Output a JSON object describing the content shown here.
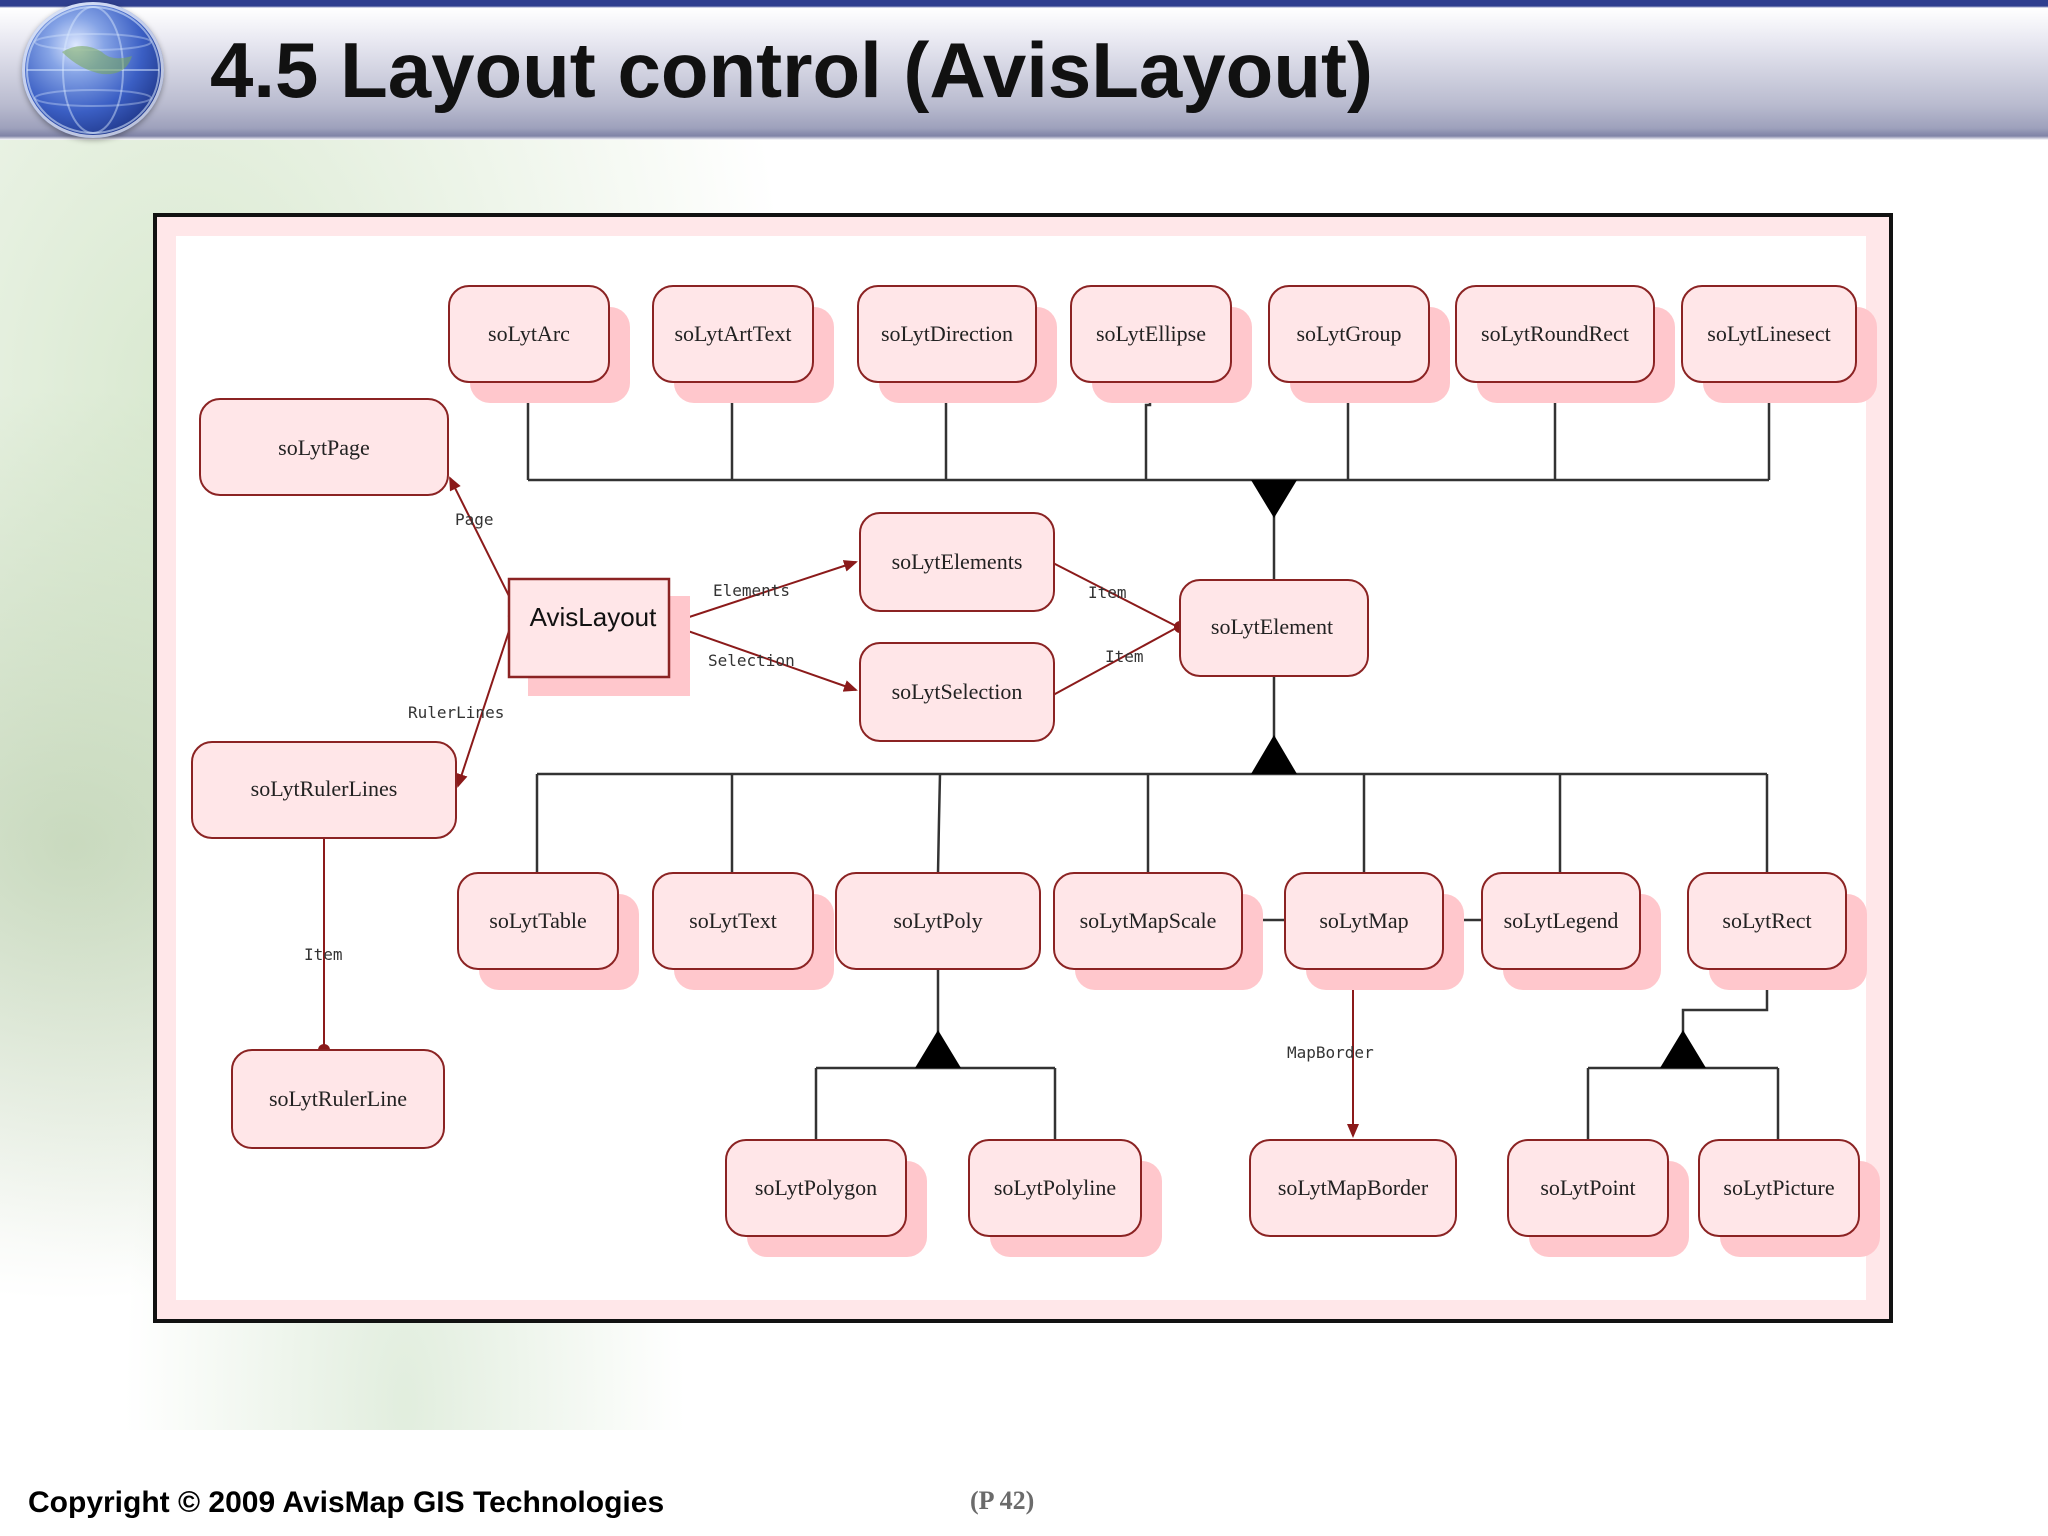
{
  "slide": {
    "title": "4.5 Layout control (AvisLayout)",
    "copyright": "Copyright © 2009 AvisMap GIS Technologies",
    "page_label": "(P 42)"
  },
  "diagram": {
    "nodes": {
      "arc": "soLytArc",
      "arttext": "soLytArtText",
      "direction": "soLytDirection",
      "ellipse": "soLytEllipse",
      "group": "soLytGroup",
      "roundrect": "soLytRoundRect",
      "linesect": "soLytLinesect",
      "page": "soLytPage",
      "avislayout": "AvisLayout",
      "elements": "soLytElements",
      "selection": "soLytSelection",
      "element": "soLytElement",
      "rulerlines": "soLytRulerLines",
      "rulerline": "soLytRulerLine",
      "table": "soLytTable",
      "text": "soLytText",
      "poly": "soLytPoly",
      "mapscale": "soLytMapScale",
      "map": "soLytMap",
      "legend": "soLytLegend",
      "rect": "soLytRect",
      "polygon": "soLytPolygon",
      "polyline": "soLytPolyline",
      "mapborder": "soLytMapBorder",
      "point": "soLytPoint",
      "picture": "soLytPicture"
    },
    "edge_labels": {
      "page": "Page",
      "elements": "Elements",
      "selection": "Selection",
      "rulerlines": "RulerLines",
      "item_elements": "Item",
      "item_selection": "Item",
      "item_ruler": "Item",
      "mapborder": "MapBorder"
    }
  },
  "colors": {
    "node_fill": "#ffe6e8",
    "node_shadow": "#ffc7cc",
    "node_stroke": "#8b2323",
    "assoc_line": "#8b1a1a",
    "tree_line": "#333333"
  }
}
